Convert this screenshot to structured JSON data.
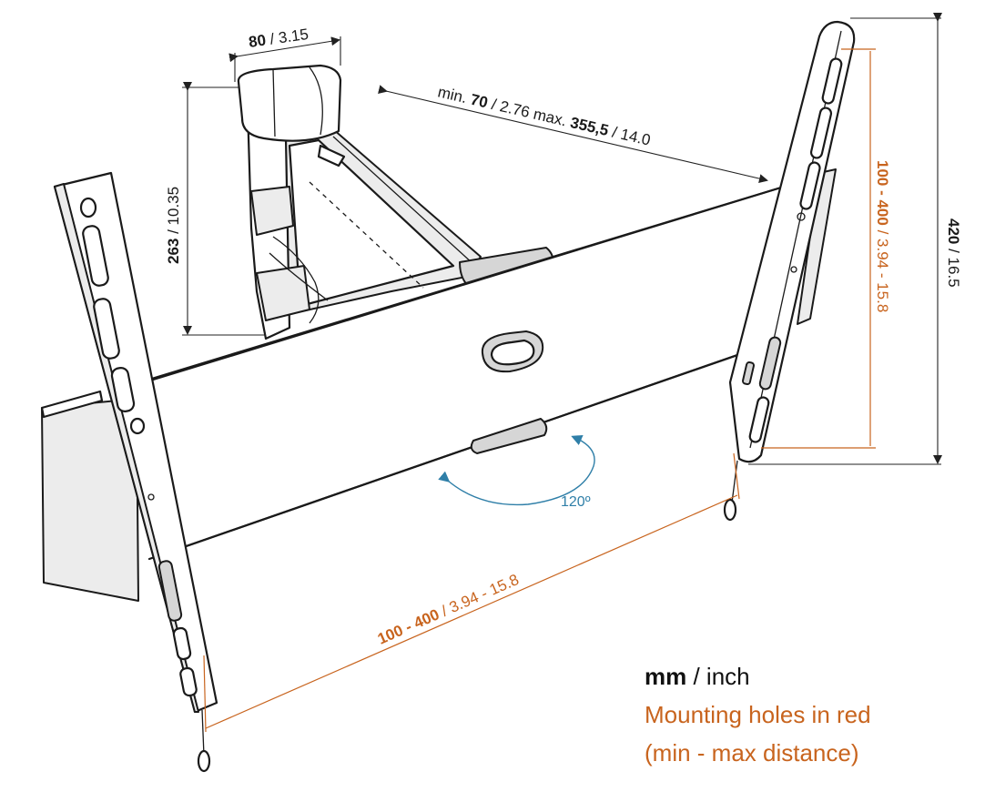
{
  "dimensions": {
    "top_width": {
      "bold": "80",
      "rest": " / 3.15"
    },
    "arm_height": {
      "bold": "263",
      "rest": " / 10.35"
    },
    "arm_reach": {
      "p1": "min. ",
      "b1": "70",
      "p2": " / 2.76 max. ",
      "b2": "355,5",
      "p3": "  / 14.0"
    },
    "plate_height": {
      "bold": "420",
      "rest": " / 16.5"
    },
    "vertical_holes": {
      "bold": "100 - 400",
      "rest": " / 3.94 - 15.8"
    },
    "horizontal_holes": {
      "bold": "100 - 400",
      "rest": " / 3.94 - 15.8"
    },
    "swivel_angle": "120º"
  },
  "legend": {
    "units_bold": "mm",
    "units_rest": " / inch",
    "line2": "Mounting holes in red",
    "line3": "(min - max distance)"
  },
  "colors": {
    "line": "#1a1a1a",
    "holes_dimension": "#c8641e",
    "swivel_arrow": "#2f7fa8"
  }
}
